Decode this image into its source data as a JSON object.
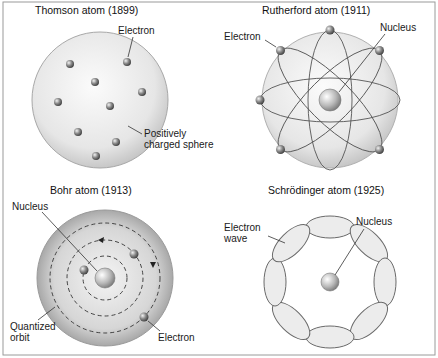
{
  "diagram": {
    "labels": [
      "Thomson atom (1899)",
      "Electron",
      "Positively charged sphere",
      "Rutherford atom (1911)",
      "Electron",
      "Nucleus",
      "Bohr atom (1913)",
      "Nucleus",
      "Quantized orbit",
      "Electron",
      "Schrödinger atom (1925)",
      "Electron wave",
      "Nucleus"
    ]
  }
}
